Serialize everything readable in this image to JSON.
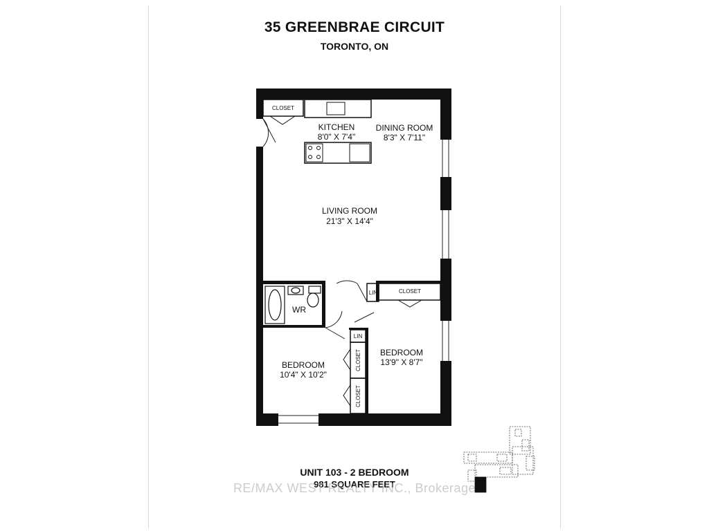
{
  "header": {
    "address": "35 GREENBRAE CIRCUIT",
    "city": "TORONTO, ON"
  },
  "rooms": {
    "kitchen": {
      "name": "KITCHEN",
      "dims": "8'0\" X 7'4\""
    },
    "dining": {
      "name": "DINING ROOM",
      "dims": "8'3\" X 7'11\""
    },
    "living": {
      "name": "LIVING ROOM",
      "dims": "21'3\" X 14'4\""
    },
    "washroom": {
      "name": "WR"
    },
    "bedroom_right": {
      "name": "BEDROOM",
      "dims": "13'9\" X 8'7\""
    },
    "bedroom_left": {
      "name": "BEDROOM",
      "dims": "10'4\" X 10'2\""
    }
  },
  "storage": {
    "closet_entry": "CLOSET",
    "closet_bedroom_right": "CLOSET",
    "linen_hall": "LIN",
    "linen_bedroom": "LIN",
    "closet_bedroom_left_top": "CLOSET",
    "closet_bedroom_left_bottom": "CLOSET"
  },
  "footer": {
    "unit": "UNIT 103 - 2 BEDROOM",
    "area": "981 SQUARE FEET"
  },
  "watermark": "RE/MAX WEST REALTY INC., Brokerage",
  "colors": {
    "wall": "#111111",
    "background": "#ffffff",
    "watermark": "#aaaaaa"
  }
}
